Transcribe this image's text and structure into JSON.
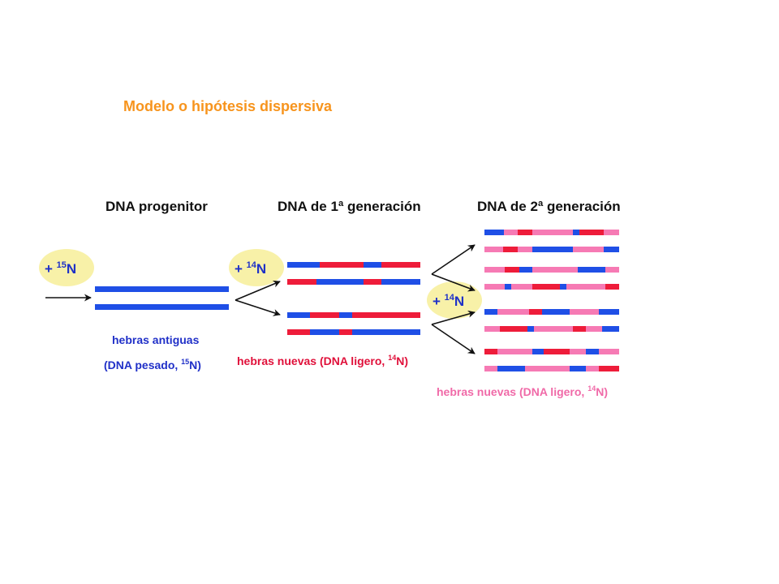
{
  "title": "Modelo o hipótesis dispersiva",
  "colors": {
    "title": "#f7941d",
    "old_strand": "#1f4fe6",
    "new_strand_red": "#ee1c3a",
    "new_strand_pink": "#f67ab4",
    "badge_fill": "#f8f1a8",
    "arrow": "#111111"
  },
  "stages": [
    {
      "title": "DNA progenitor",
      "badge": {
        "prefix": "+ ",
        "isotope_sup": "15",
        "isotope": "N"
      },
      "caption_line1": "hebras antiguas",
      "caption_line2": {
        "prefix": "(DNA pesado, ",
        "sup": "15",
        "suffix": "N)"
      }
    },
    {
      "title": "DNA de 1ª generación",
      "badge": {
        "prefix": "+ ",
        "isotope_sup": "14",
        "isotope": "N"
      },
      "caption": {
        "prefix": "hebras nuevas (DNA ligero, ",
        "sup": "14",
        "suffix": "N)"
      }
    },
    {
      "title": "DNA de 2ª generación",
      "badge": {
        "prefix": "+ ",
        "isotope_sup": "14",
        "isotope": "N"
      },
      "caption": {
        "prefix": "hebras nuevas (DNA ligero, ",
        "sup": "14",
        "suffix": "N)"
      }
    }
  ]
}
